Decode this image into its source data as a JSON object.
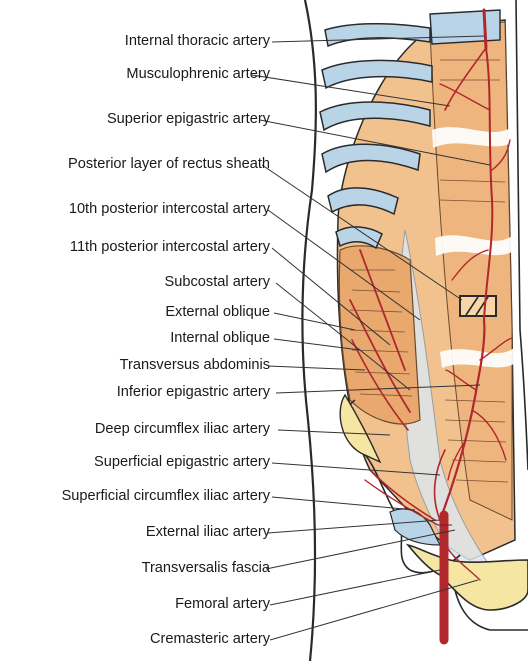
{
  "figure": {
    "labels": [
      {
        "id": "internal-thoracic-artery",
        "text": "Internal thoracic artery"
      },
      {
        "id": "musculophrenic-artery",
        "text": "Musculophrenic artery"
      },
      {
        "id": "superior-epigastric-artery",
        "text": "Superior epigastric artery"
      },
      {
        "id": "posterior-layer-rectus-sheath",
        "text": "Posterior layer of rectus sheath"
      },
      {
        "id": "10th-posterior-intercostal-artery",
        "text": "10th posterior intercostal artery"
      },
      {
        "id": "11th-posterior-intercostal-artery",
        "text": "11th posterior intercostal artery"
      },
      {
        "id": "subcostal-artery",
        "text": "Subcostal artery"
      },
      {
        "id": "external-oblique",
        "text": "External oblique"
      },
      {
        "id": "internal-oblique",
        "text": "Internal oblique"
      },
      {
        "id": "transversus-abdominis",
        "text": "Transversus abdominis"
      },
      {
        "id": "inferior-epigastric-artery",
        "text": "Inferior epigastric artery"
      },
      {
        "id": "deep-circumflex-iliac-artery",
        "text": "Deep circumflex iliac artery"
      },
      {
        "id": "superficial-epigastric-artery",
        "text": "Superficial epigastric artery"
      },
      {
        "id": "superficial-circumflex-iliac-artery",
        "text": "Superficial circumflex iliac artery"
      },
      {
        "id": "external-iliac-artery",
        "text": "External iliac artery"
      },
      {
        "id": "transversalis-fascia",
        "text": "Transversalis fascia"
      },
      {
        "id": "femoral-artery",
        "text": "Femoral artery"
      },
      {
        "id": "cremasteric-artery",
        "text": "Cremasteric artery"
      }
    ],
    "colors": {
      "skin_outline": "#2a2a2a",
      "muscle": "#f2c28e",
      "muscle_dark": "#e8a86e",
      "cartilage": "#b9d4e6",
      "bone": "#f5e6a3",
      "artery": "#b0272c",
      "leader": "#333333",
      "fascia": "#dde6ee"
    }
  }
}
